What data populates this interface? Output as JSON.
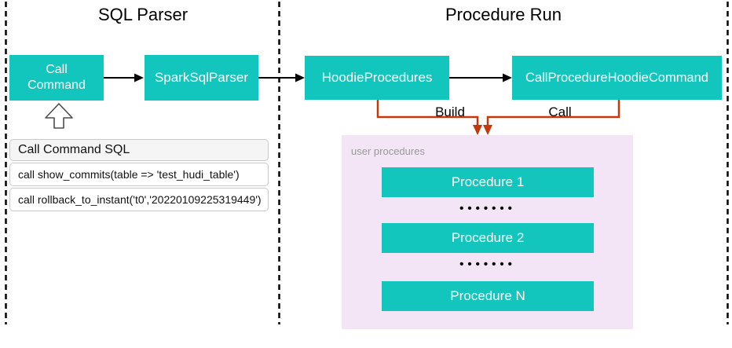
{
  "sections": {
    "sql_parser": {
      "title": "SQL Parser"
    },
    "procedure_run": {
      "title": "Procedure Run"
    }
  },
  "nodes": {
    "call_command": "Call\nCommand",
    "spark_sql_parser": "SparkSqlParser",
    "hoodie_procedures": "HoodieProcedures",
    "call_procedure_hoodie_command": "CallProcedureHoodieCommand"
  },
  "edges": {
    "build_label": "Build",
    "call_label": "Call"
  },
  "sql_box": {
    "header": "Call Command SQL",
    "rows": [
      "call show_commits(table => 'test_hudi_table')",
      "call rollback_to_instant('t0','20220109225319449')"
    ]
  },
  "user_procedures": {
    "label": "user procedures",
    "items": [
      "Procedure 1",
      "Procedure 2",
      "Procedure N"
    ],
    "ellipsis": "•••••••"
  },
  "colors": {
    "teal": "#12C5BD",
    "pink": "#F3E5F6",
    "arrow_red": "#C5380A",
    "label_gray": "#999999"
  }
}
